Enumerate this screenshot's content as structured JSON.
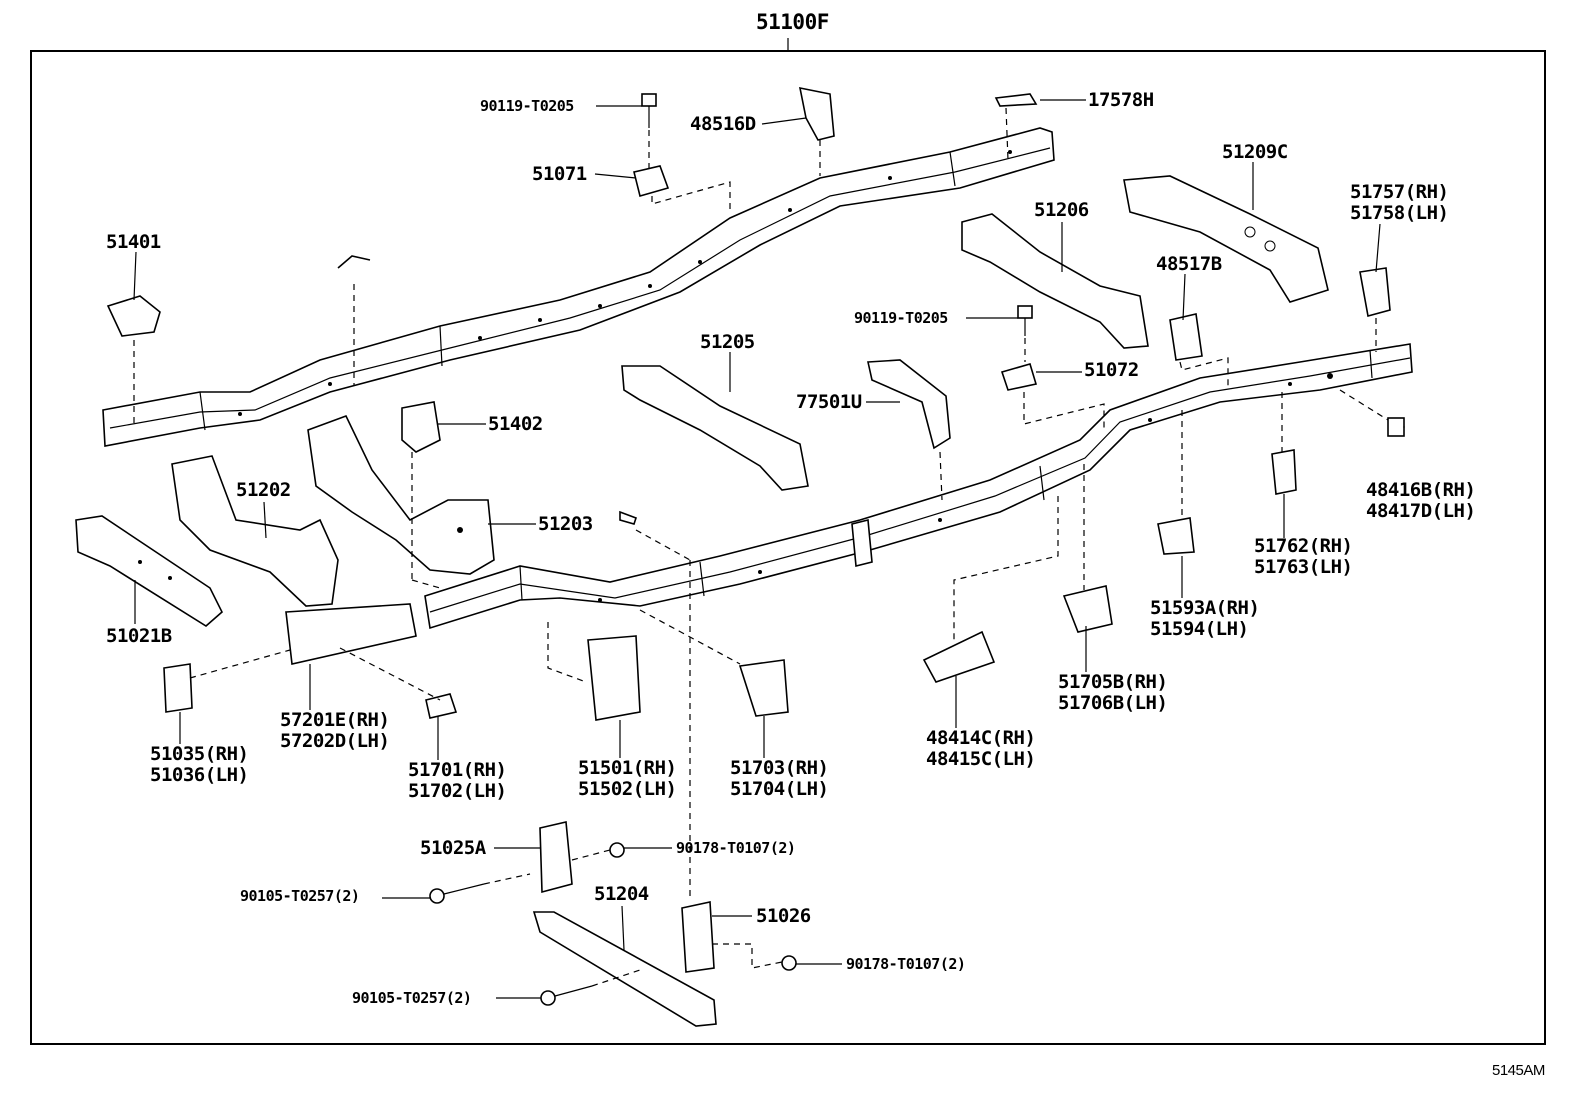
{
  "diagram_code": "5145AM",
  "assembly_label": "51100F",
  "labels": {
    "p90119_top": "90119-T0205",
    "p48516D": "48516D",
    "p17578H": "17578H",
    "p51071": "51071",
    "p51209C": "51209C",
    "p51757": "51757(RH)",
    "p51758": "51758(LH)",
    "p51401": "51401",
    "p51206": "51206",
    "p48517B": "48517B",
    "p90119_mid": "90119-T0205",
    "p51205": "51205",
    "p51072": "51072",
    "p77501U": "77501U",
    "p51402": "51402",
    "p48416B": "48416B(RH)",
    "p48417D": "48417D(LH)",
    "p51202": "51202",
    "p51203": "51203",
    "p51762": "51762(RH)",
    "p51763": "51763(LH)",
    "p51021B": "51021B",
    "p51593A": "51593A(RH)",
    "p51594": "51594(LH)",
    "p57201E": "57201E(RH)",
    "p57202D": "57202D(LH)",
    "p51705B": "51705B(RH)",
    "p51706B": "51706B(LH)",
    "p48414C": "48414C(RH)",
    "p48415C": "48415C(LH)",
    "p51035": "51035(RH)",
    "p51036": "51036(LH)",
    "p51701": "51701(RH)",
    "p51702": "51702(LH)",
    "p51501": "51501(RH)",
    "p51502": "51502(LH)",
    "p51703": "51703(RH)",
    "p51704": "51704(LH)",
    "p51025A": "51025A",
    "p90178_a": "90178-T0107(2)",
    "p90105_a": "90105-T0257(2)",
    "p51204": "51204",
    "p51026": "51026",
    "p90178_b": "90178-T0107(2)",
    "p90105_b": "90105-T0257(2)"
  }
}
